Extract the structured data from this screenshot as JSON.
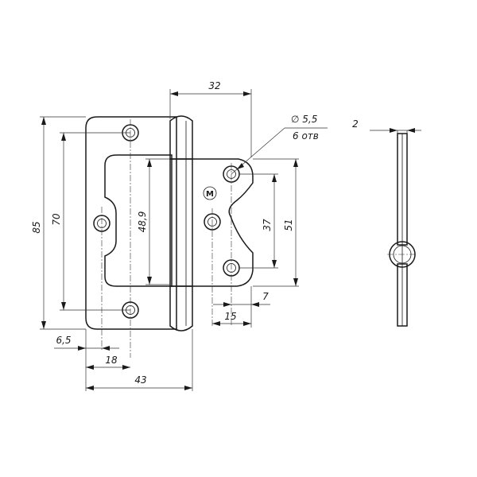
{
  "dimensions": {
    "top_width": "32",
    "hole_diameter": "∅ 5,5",
    "hole_count": "6 отв",
    "thickness": "2",
    "total_height": "85",
    "hole_span_left": "70",
    "window_height": "48,9",
    "right_height": "51",
    "right_hole_span": "37",
    "right_hole_offset": "7",
    "right_hole_edge": "15",
    "left_hole_edge": "6,5",
    "left_hole_offset": "18",
    "total_width": "43"
  },
  "logo_letter": "M"
}
